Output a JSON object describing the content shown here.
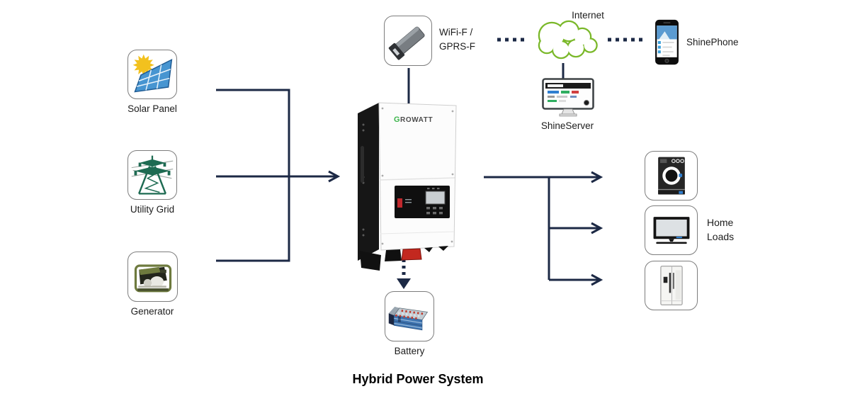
{
  "title": "Hybrid Power System",
  "sources": [
    {
      "id": "solar-panel",
      "label": "Solar Panel"
    },
    {
      "id": "utility-grid",
      "label": "Utility Grid"
    },
    {
      "id": "generator",
      "label": "Generator"
    }
  ],
  "inverter": {
    "brand_g": "G",
    "brand_rest": "ROWATT"
  },
  "monitoring": {
    "wifi_line1": "WiFi-F /",
    "wifi_line2": "GPRS-F",
    "internet_label": "Internet",
    "shinephone_label": "ShinePhone",
    "shineserver_label": "ShineServer"
  },
  "loads": {
    "label_line1": "Home",
    "label_line2": "Loads",
    "items": [
      "washing-machine",
      "tv",
      "refrigerator"
    ]
  },
  "battery": {
    "label": "Battery"
  },
  "colors": {
    "line": "#1c2945",
    "cloud_green": "#7ab829",
    "growatt_green": "#3cb44b",
    "accent_blue": "#2f7fd0"
  }
}
